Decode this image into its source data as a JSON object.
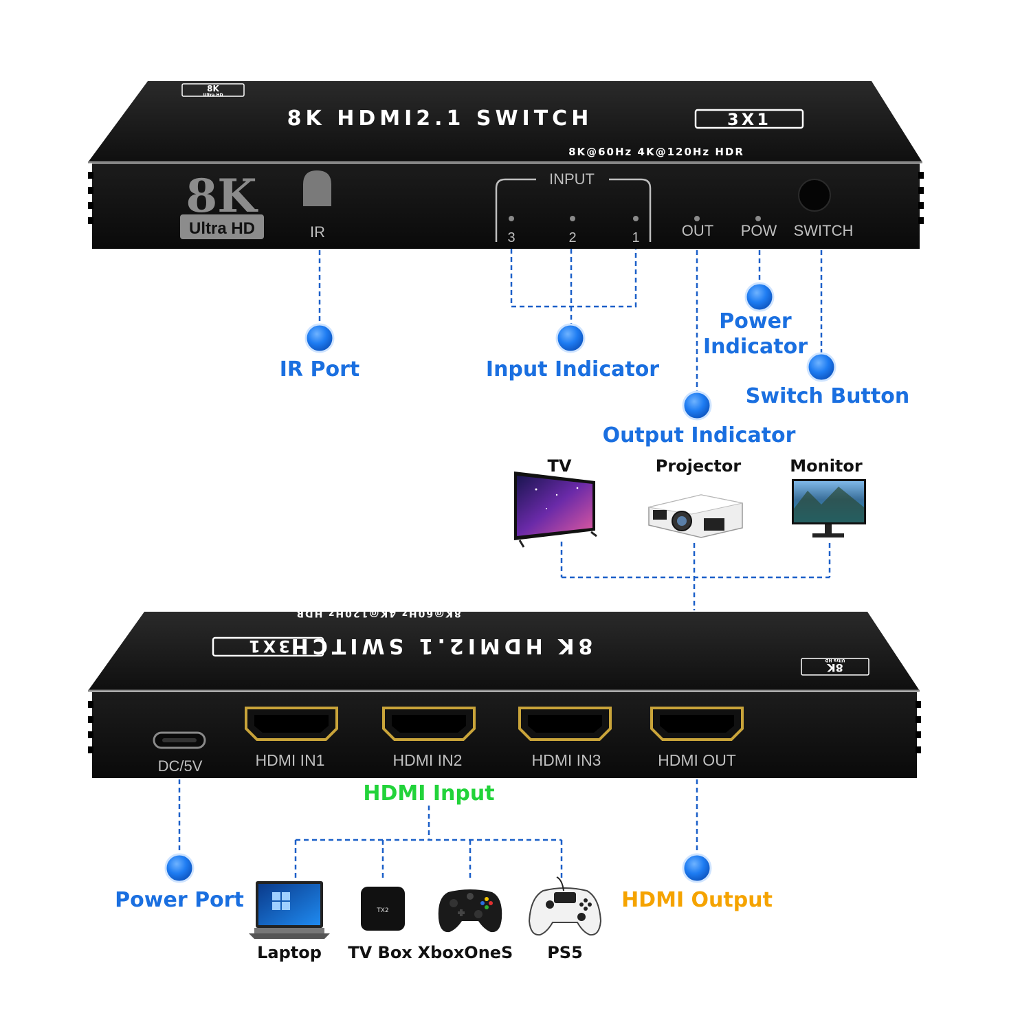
{
  "colors": {
    "callout_blue": "#1a6fe0",
    "input_green": "#22d33a",
    "output_orange": "#f5a300",
    "device_body": "#151515",
    "dot_blue": "#1e7cf2"
  },
  "front_device": {
    "badge_small": "8K",
    "badge_small_sub": "Ultra HD",
    "title": "8K HDMI2.1 SWITCH",
    "model": "3X1",
    "spec": "8K@60Hz  4K@120Hz  HDR",
    "logo_big": "8K",
    "logo_sub": "Ultra HD",
    "ir_label": "IR",
    "input_group_label": "INPUT",
    "input_numbers": [
      "3",
      "2",
      "1"
    ],
    "out_label": "OUT",
    "pow_label": "POW",
    "switch_label": "SWITCH"
  },
  "callouts": {
    "ir_port": "IR Port",
    "input_indicator": "Input Indicator",
    "power_indicator_line1": "Power",
    "power_indicator_line2": "Indicator",
    "switch_button": "Switch Button",
    "output_indicator": "Output Indicator",
    "hdmi_input": "HDMI Input",
    "power_port": "Power Port",
    "hdmi_output": "HDMI Output"
  },
  "displays": [
    {
      "label": "TV",
      "icon": "tv-icon"
    },
    {
      "label": "Projector",
      "icon": "projector-icon"
    },
    {
      "label": "Monitor",
      "icon": "monitor-icon"
    }
  ],
  "back_device": {
    "title": "8K HDMI2.1 SWITCH",
    "model": "3X1",
    "spec": "8K@60Hz  4K@120Hz  HDR",
    "badge": "8K",
    "badge_sub": "Ultra HD",
    "dc_label": "DC/5V",
    "ports": [
      "HDMI IN1",
      "HDMI IN2",
      "HDMI IN3",
      "HDMI OUT"
    ]
  },
  "sources": [
    {
      "label": "Laptop",
      "icon": "laptop-icon"
    },
    {
      "label": "TV Box",
      "icon": "tv-box-icon",
      "box_text": "TX2"
    },
    {
      "label": "XboxOneS",
      "icon": "xbox-controller-icon"
    },
    {
      "label": "PS5",
      "icon": "ps5-controller-icon"
    }
  ]
}
